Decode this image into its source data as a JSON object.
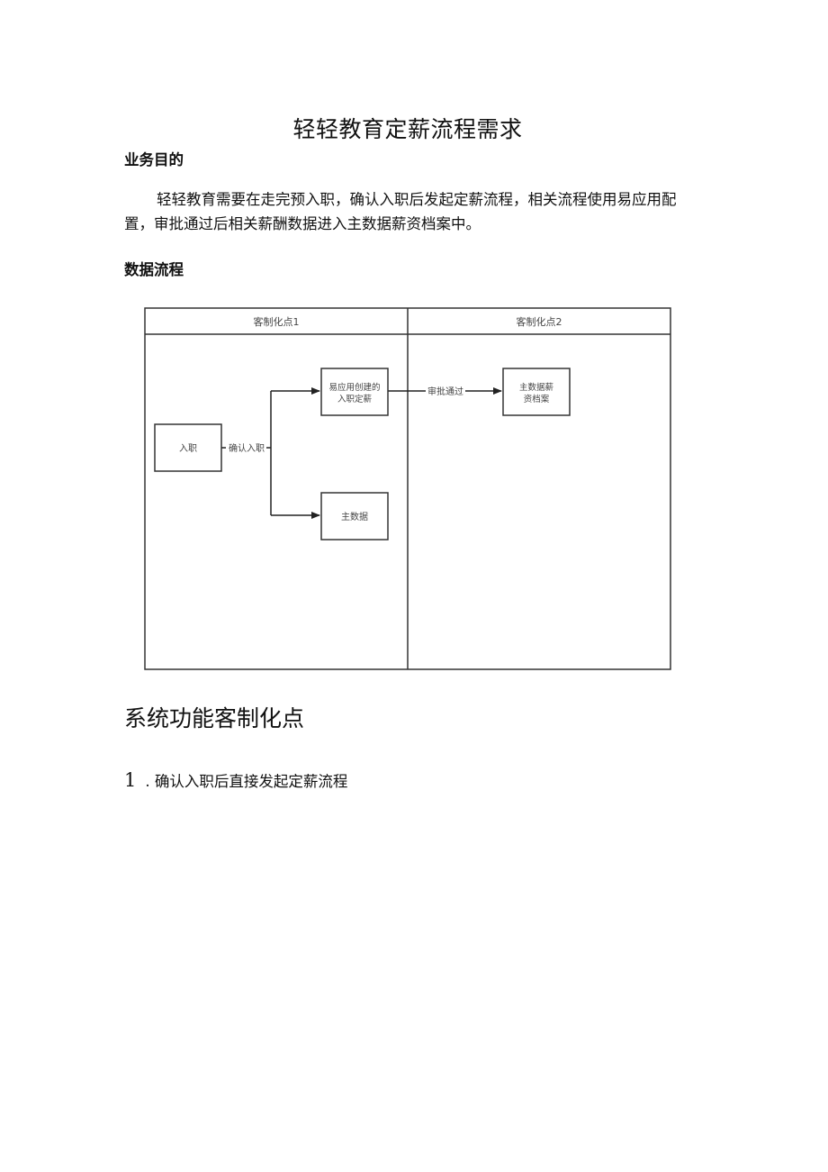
{
  "document": {
    "title": "轻轻教育定薪流程需求",
    "sections": {
      "purpose": {
        "heading": "业务目的",
        "paragraph": "轻轻教育需要在走完预入职，确认入职后发起定薪流程，相关流程使用易应用配置，审批通过后相关薪酬数据进入主数据薪资档案中。"
      },
      "data_flow": {
        "heading": "数据流程"
      },
      "customization": {
        "heading": "系统功能客制化点",
        "items": [
          {
            "number": "1",
            "text": ". 确认入职后直接发起定薪流程"
          }
        ]
      }
    }
  },
  "diagram": {
    "lanes": [
      {
        "label": "客制化点1"
      },
      {
        "label": "客制化点2"
      }
    ],
    "nodes": {
      "onboarding": "入职",
      "easy_app_line1": "易应用创建的",
      "easy_app_line2": "入职定薪",
      "master_data": "主数据",
      "salary_archive_line1": "主数据薪",
      "salary_archive_line2": "资档案"
    },
    "edges": {
      "confirm_onboarding": "确认入职",
      "approval_passed": "审批通过"
    }
  }
}
